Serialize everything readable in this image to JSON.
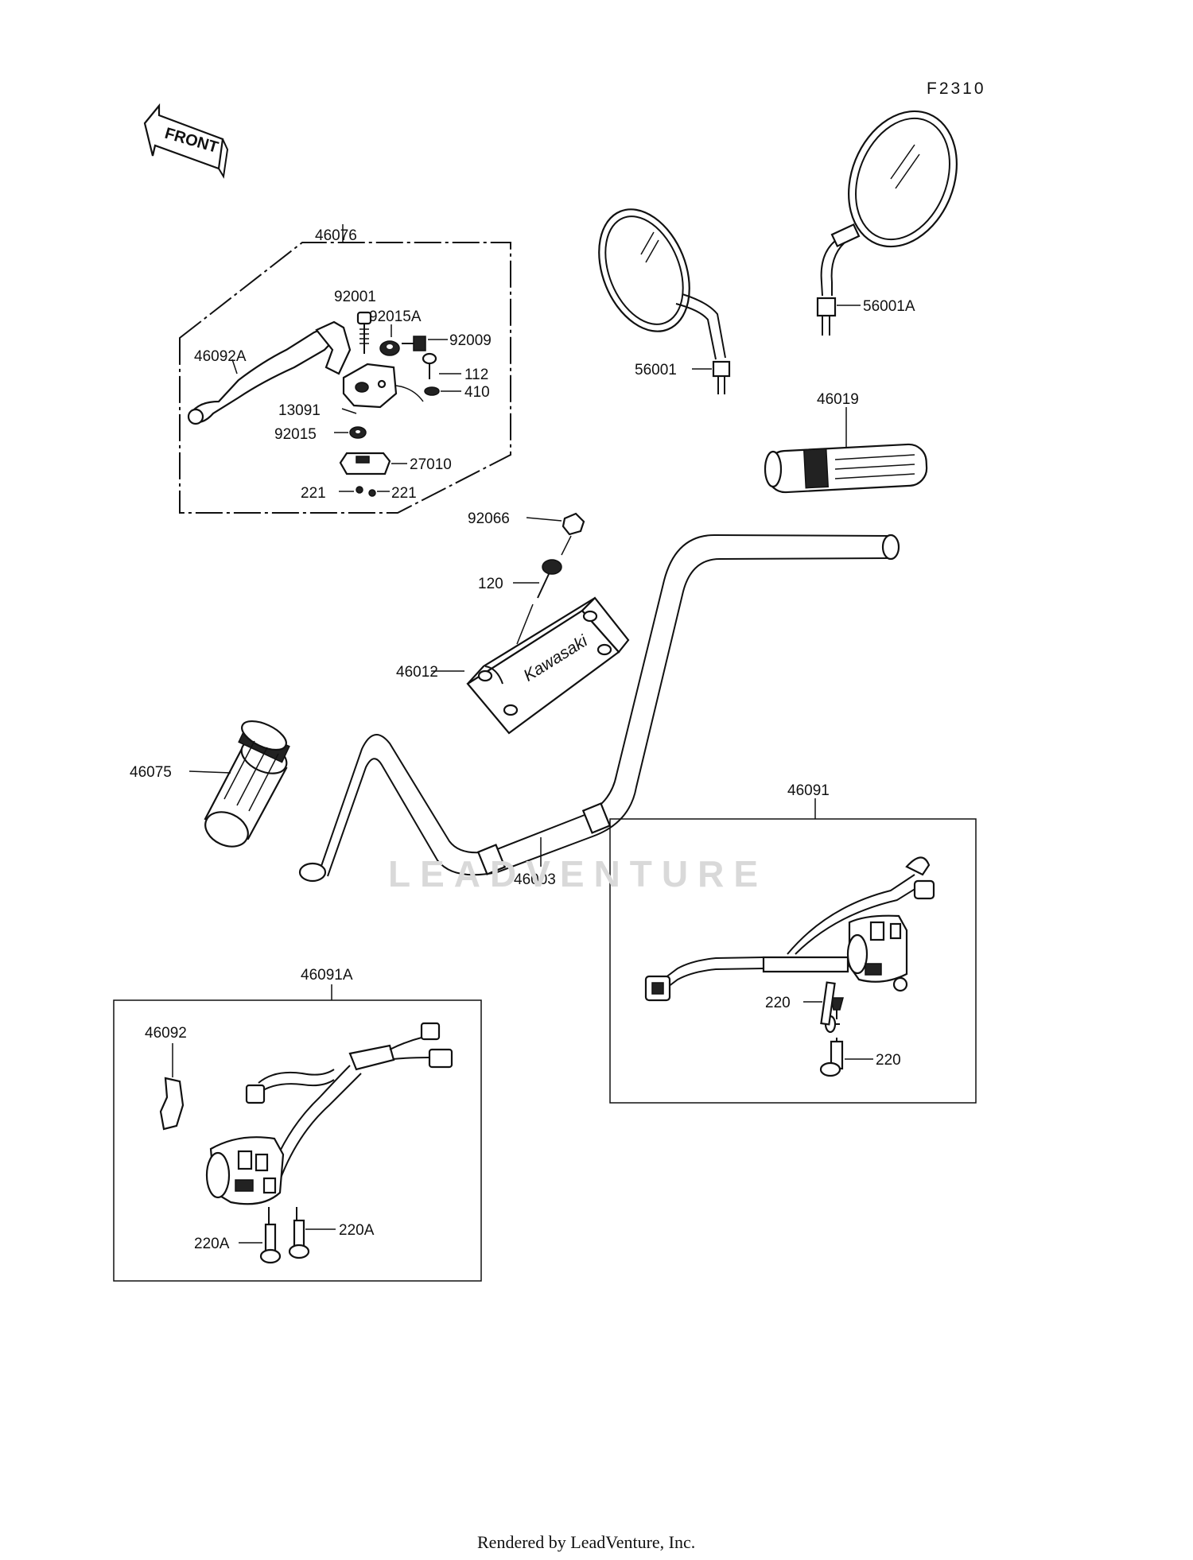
{
  "diagram_code": "F2310",
  "front_label": "FRONT",
  "brand_label": "Kawasaki",
  "watermark": "LEADVENTURE",
  "footer": "Rendered by LeadVenture, Inc.",
  "part_labels": {
    "lever_assembly": "46076",
    "bolt_92001": "92001",
    "nut_92015A": "92015A",
    "screw_92009": "92009",
    "lever_46092A": "46092A",
    "bolt_112": "112",
    "washer_410": "410",
    "holder_13091": "13091",
    "nut_92015": "92015",
    "switch_27010": "27010",
    "screw_221_left": "221",
    "screw_221_right": "221",
    "mirror_56001": "56001",
    "mirror_56001A": "56001A",
    "grip_46019": "46019",
    "cap_92066": "92066",
    "bolt_120": "120",
    "holder_46012": "46012",
    "grip_46075": "46075",
    "handlebar_46003": "46003",
    "switch_46091": "46091",
    "screw_220_upper": "220",
    "screw_220_lower": "220",
    "switch_46091A": "46091A",
    "plate_46092": "46092",
    "screw_220A_left": "220A",
    "screw_220A_right": "220A"
  }
}
